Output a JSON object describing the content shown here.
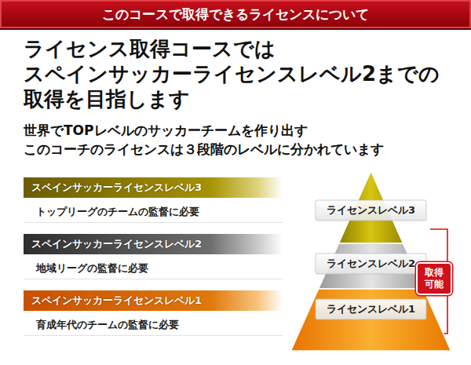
{
  "diagram": {
    "title": "このコースで取得できるライセンスについて",
    "nodes": [
      {
        "text": [
          "スペインサッカーライセンスレベル3",
          "トップリーグのチームの監督に必要"
        ]
      },
      {
        "text": [
          "スペインサッカーライセンスレベル2",
          "地域リーグの監督に必要"
        ]
      },
      {
        "text": [
          "スペインサッカーライセンスレベル1",
          "育成年代のチームの監督に必要"
        ]
      },
      {
        "text": [
          "ライセンスレベル3"
        ]
      },
      {
        "text": [
          "ライセンスレベル2"
        ]
      },
      {
        "text": [
          "ライセンスレベル1"
        ]
      },
      {
        "text": [
          "取得 可能"
        ]
      }
    ],
    "labels": [
      "ライセンス取得コースでは スペインサッカーライセンスレベル2までの 取得を目指します",
      "世界でTOPレベルのサッカーチームを作り出す このコーチのライセンスは３段階のレベルに分かれています"
    ]
  }
}
